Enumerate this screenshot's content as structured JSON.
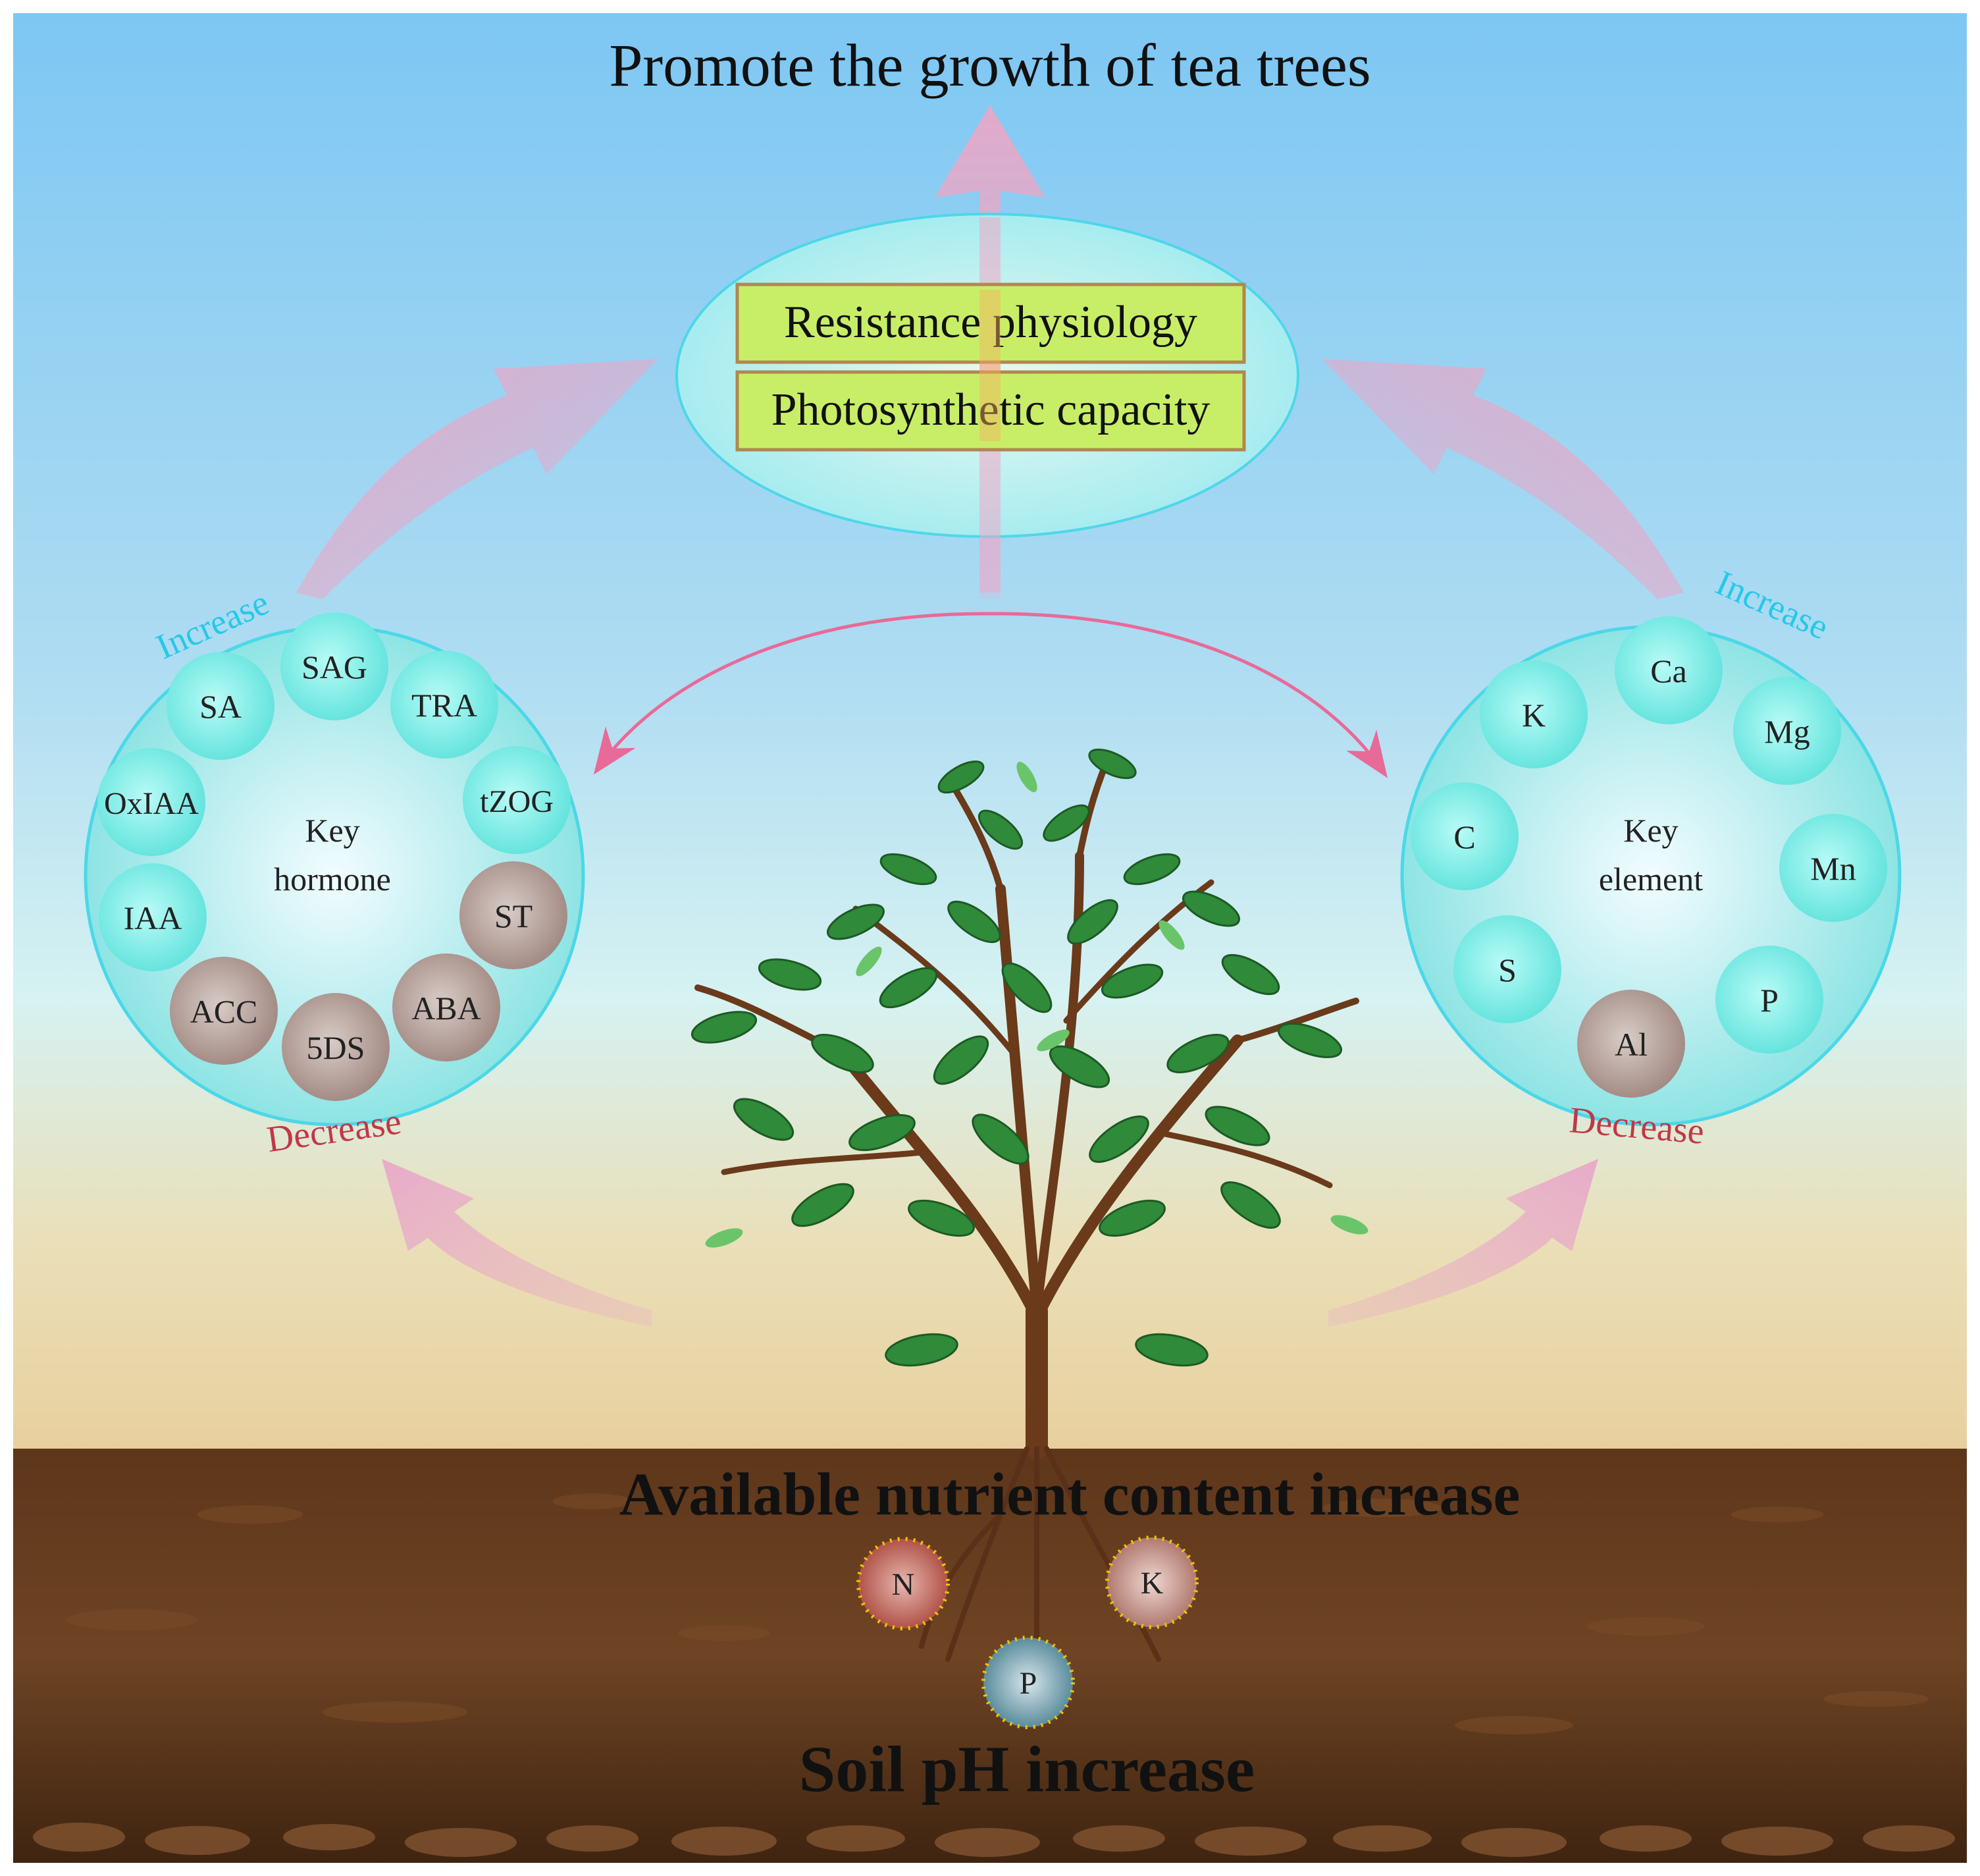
{
  "title": "Promote the growth of tea trees",
  "center_ellipse": {
    "box1": "Resistance physiology",
    "box2": "Photosynthetic capacity"
  },
  "left_circle": {
    "top_label": "Increase",
    "bottom_label": "Decrease",
    "center_line1": "Key",
    "center_line2": "hormone",
    "increase_items": [
      "SAG",
      "SA",
      "TRA",
      "OxIAA",
      "tZOG",
      "IAA"
    ],
    "decrease_items": [
      "ST",
      "ABA",
      "ACC",
      "5DS"
    ]
  },
  "right_circle": {
    "top_label": "Increase",
    "bottom_label": "Decrease",
    "center_line1": "Key",
    "center_line2": "element",
    "increase_items": [
      "Ca",
      "K",
      "Mg",
      "C",
      "Mn",
      "S",
      "P"
    ],
    "decrease_items": [
      "Al"
    ]
  },
  "soil": {
    "nutrient_title": "Available nutrient content increase",
    "nutrients": [
      "N",
      "K",
      "P"
    ],
    "ph_title": "Soil pH increase"
  },
  "colors": {
    "sky_top": "#7ec8f2",
    "sky_bottom": "#e8e0b0",
    "soil": "#5a3418",
    "arrow_pink": "#e8a8c8",
    "increase_text": "#25c8e8",
    "decrease_text": "#c03848",
    "increase_bubble": "#7eeee6",
    "decrease_bubble": "#b09890",
    "box_fill": "#c8ee68",
    "box_border": "#b08850"
  }
}
